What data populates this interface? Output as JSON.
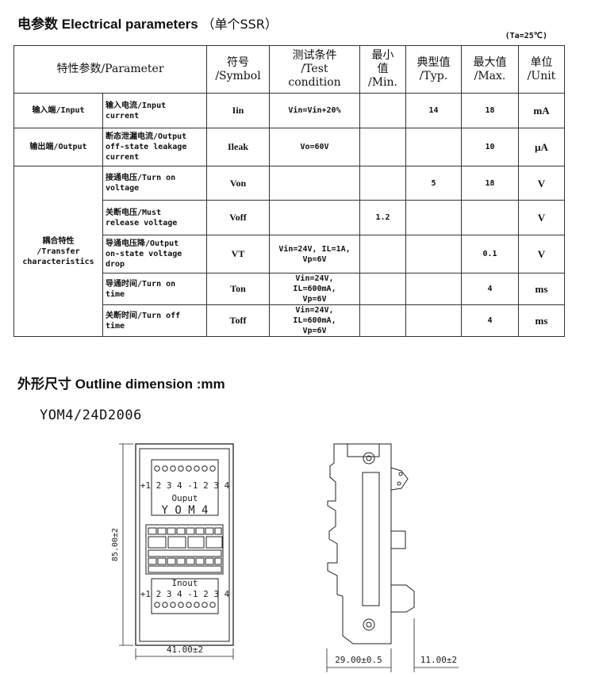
{
  "section1": {
    "title_cn": "电参数",
    "title_en": "Electrical parameters",
    "note": "（单个SSR）",
    "condition": "(Ta=25℃)"
  },
  "table": {
    "headers": {
      "param": "特性参数/Parameter",
      "symbol": "符号\n/Symbol",
      "test": "测试条件\n/Test\ncondition",
      "min": "最小\n值\n/Min.",
      "typ": "典型值\n/Typ.",
      "max": "最大值\n/Max.",
      "unit": "单位\n/Unit"
    },
    "groups": {
      "input": "输入端/Input",
      "output": "输出端/Output",
      "transfer": "耦合特性\n/Transfer\ncharacteristics"
    },
    "rows": [
      {
        "param": "输入电流/Input\ncurrent",
        "symbol": "Iin",
        "test": "Vin=Vin+20%",
        "min": "",
        "typ": "14",
        "max": "18",
        "unit": "mA"
      },
      {
        "param": "断态泄漏电流/Output\noff-state leakage\ncurrent",
        "symbol": "Ileak",
        "test": "Vo=60V",
        "min": "",
        "typ": "",
        "max": "10",
        "unit": "μA"
      },
      {
        "param": "接通电压/Turn on\nvoltage",
        "symbol": "Von",
        "test": "",
        "min": "",
        "typ": "5",
        "max": "18",
        "unit": "V"
      },
      {
        "param": "关断电压/Must\nrelease voltage",
        "symbol": "Voff",
        "test": "",
        "min": "1.2",
        "typ": "",
        "max": "",
        "unit": "V"
      },
      {
        "param": "导通电压降/Output\non-state voltage\ndrop",
        "symbol": "VT",
        "test": "Vin=24V, IL=1A,\nVp=6V",
        "min": "",
        "typ": "",
        "max": "0.1",
        "unit": "V"
      },
      {
        "param": "导通时间/Turn on\ntime",
        "symbol": "Ton",
        "test": "Vin=24V, IL=600mA,\nVp=6V",
        "min": "",
        "typ": "",
        "max": "4",
        "unit": "ms"
      },
      {
        "param": "关断时间/Turn off\ntime",
        "symbol": "Toff",
        "test": "Vin=24V, IL=600mA,\nVp=6V",
        "min": "",
        "typ": "",
        "max": "4",
        "unit": "ms"
      }
    ]
  },
  "section2": {
    "title_cn": "外形尺寸",
    "title_en": "Outline dimension :mm"
  },
  "drawing": {
    "model": "YOM4/24D2006",
    "front_label_output": "Ouput",
    "front_label_model": "Y O M 4",
    "front_label_input": "Inout",
    "terminal_numbers": "+1 2 3 4 -1 2 3 4",
    "dim_height": "85.00±2",
    "dim_width": "41.00±2",
    "dim_depth": "29.00±0.5",
    "dim_side": "11.00±2"
  }
}
